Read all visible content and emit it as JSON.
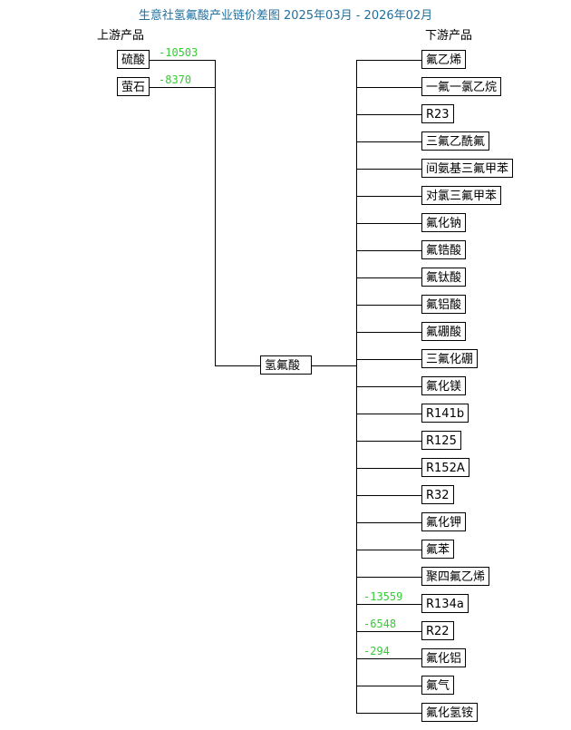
{
  "title": "生意社氢氟酸产业链价差图    2025年03月 - 2026年02月",
  "upstream_label": "上游产品",
  "downstream_label": "下游产品",
  "center": "氢氟酸",
  "upstream": [
    {
      "name": "硫酸",
      "diff": "-10503"
    },
    {
      "name": "萤石",
      "diff": "-8370"
    }
  ],
  "downstream": [
    {
      "name": "氟乙烯",
      "diff": null
    },
    {
      "name": "一氟一氯乙烷",
      "diff": null
    },
    {
      "name": "R23",
      "diff": null
    },
    {
      "name": "三氟乙酰氟",
      "diff": null
    },
    {
      "name": "间氨基三氟甲苯",
      "diff": null
    },
    {
      "name": "对氯三氟甲苯",
      "diff": null
    },
    {
      "name": "氟化钠",
      "diff": null
    },
    {
      "name": "氟锆酸",
      "diff": null
    },
    {
      "name": "氟钛酸",
      "diff": null
    },
    {
      "name": "氟铝酸",
      "diff": null
    },
    {
      "name": "氟硼酸",
      "diff": null
    },
    {
      "name": "三氟化硼",
      "diff": null
    },
    {
      "name": "氟化镁",
      "diff": null
    },
    {
      "name": "R141b",
      "diff": null
    },
    {
      "name": "R125",
      "diff": null
    },
    {
      "name": "R152A",
      "diff": null
    },
    {
      "name": "R32",
      "diff": null
    },
    {
      "name": "氟化钾",
      "diff": null
    },
    {
      "name": "氟苯",
      "diff": null
    },
    {
      "name": "聚四氟乙烯",
      "diff": null
    },
    {
      "name": "R134a",
      "diff": "-13559"
    },
    {
      "name": "R22",
      "diff": "-6548"
    },
    {
      "name": "氟化铝",
      "diff": "-294"
    },
    {
      "name": "氟气",
      "diff": null
    },
    {
      "name": "氟化氢铵",
      "diff": null
    }
  ]
}
